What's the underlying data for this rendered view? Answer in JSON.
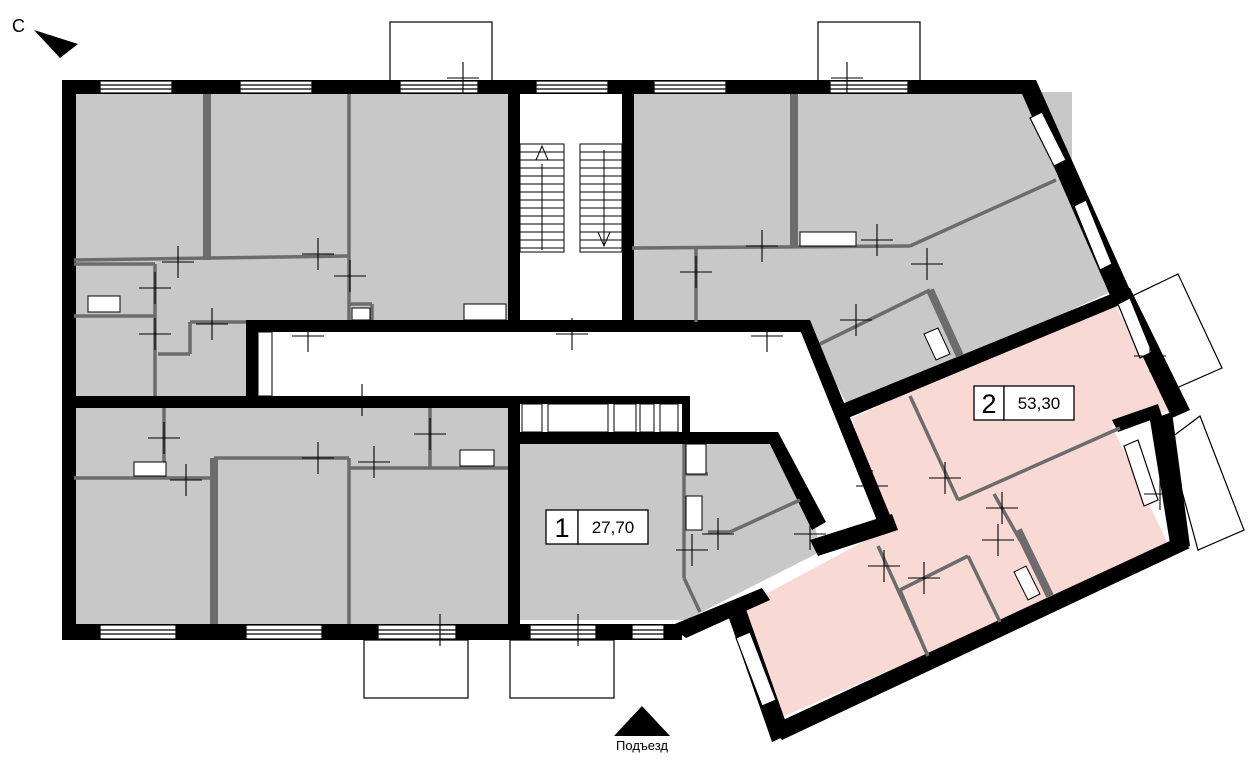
{
  "compass": {
    "label": "С"
  },
  "entrance": {
    "label": "Подъезд"
  },
  "apartments": [
    {
      "number": "1",
      "area": "27,70",
      "highlighted": false
    },
    {
      "number": "2",
      "area": "53,30",
      "highlighted": true
    }
  ],
  "colors": {
    "room_default": "#c8c8c8",
    "room_highlight": "#f8d9d3",
    "wall": "#000000",
    "partition": "#6c6c6c"
  }
}
